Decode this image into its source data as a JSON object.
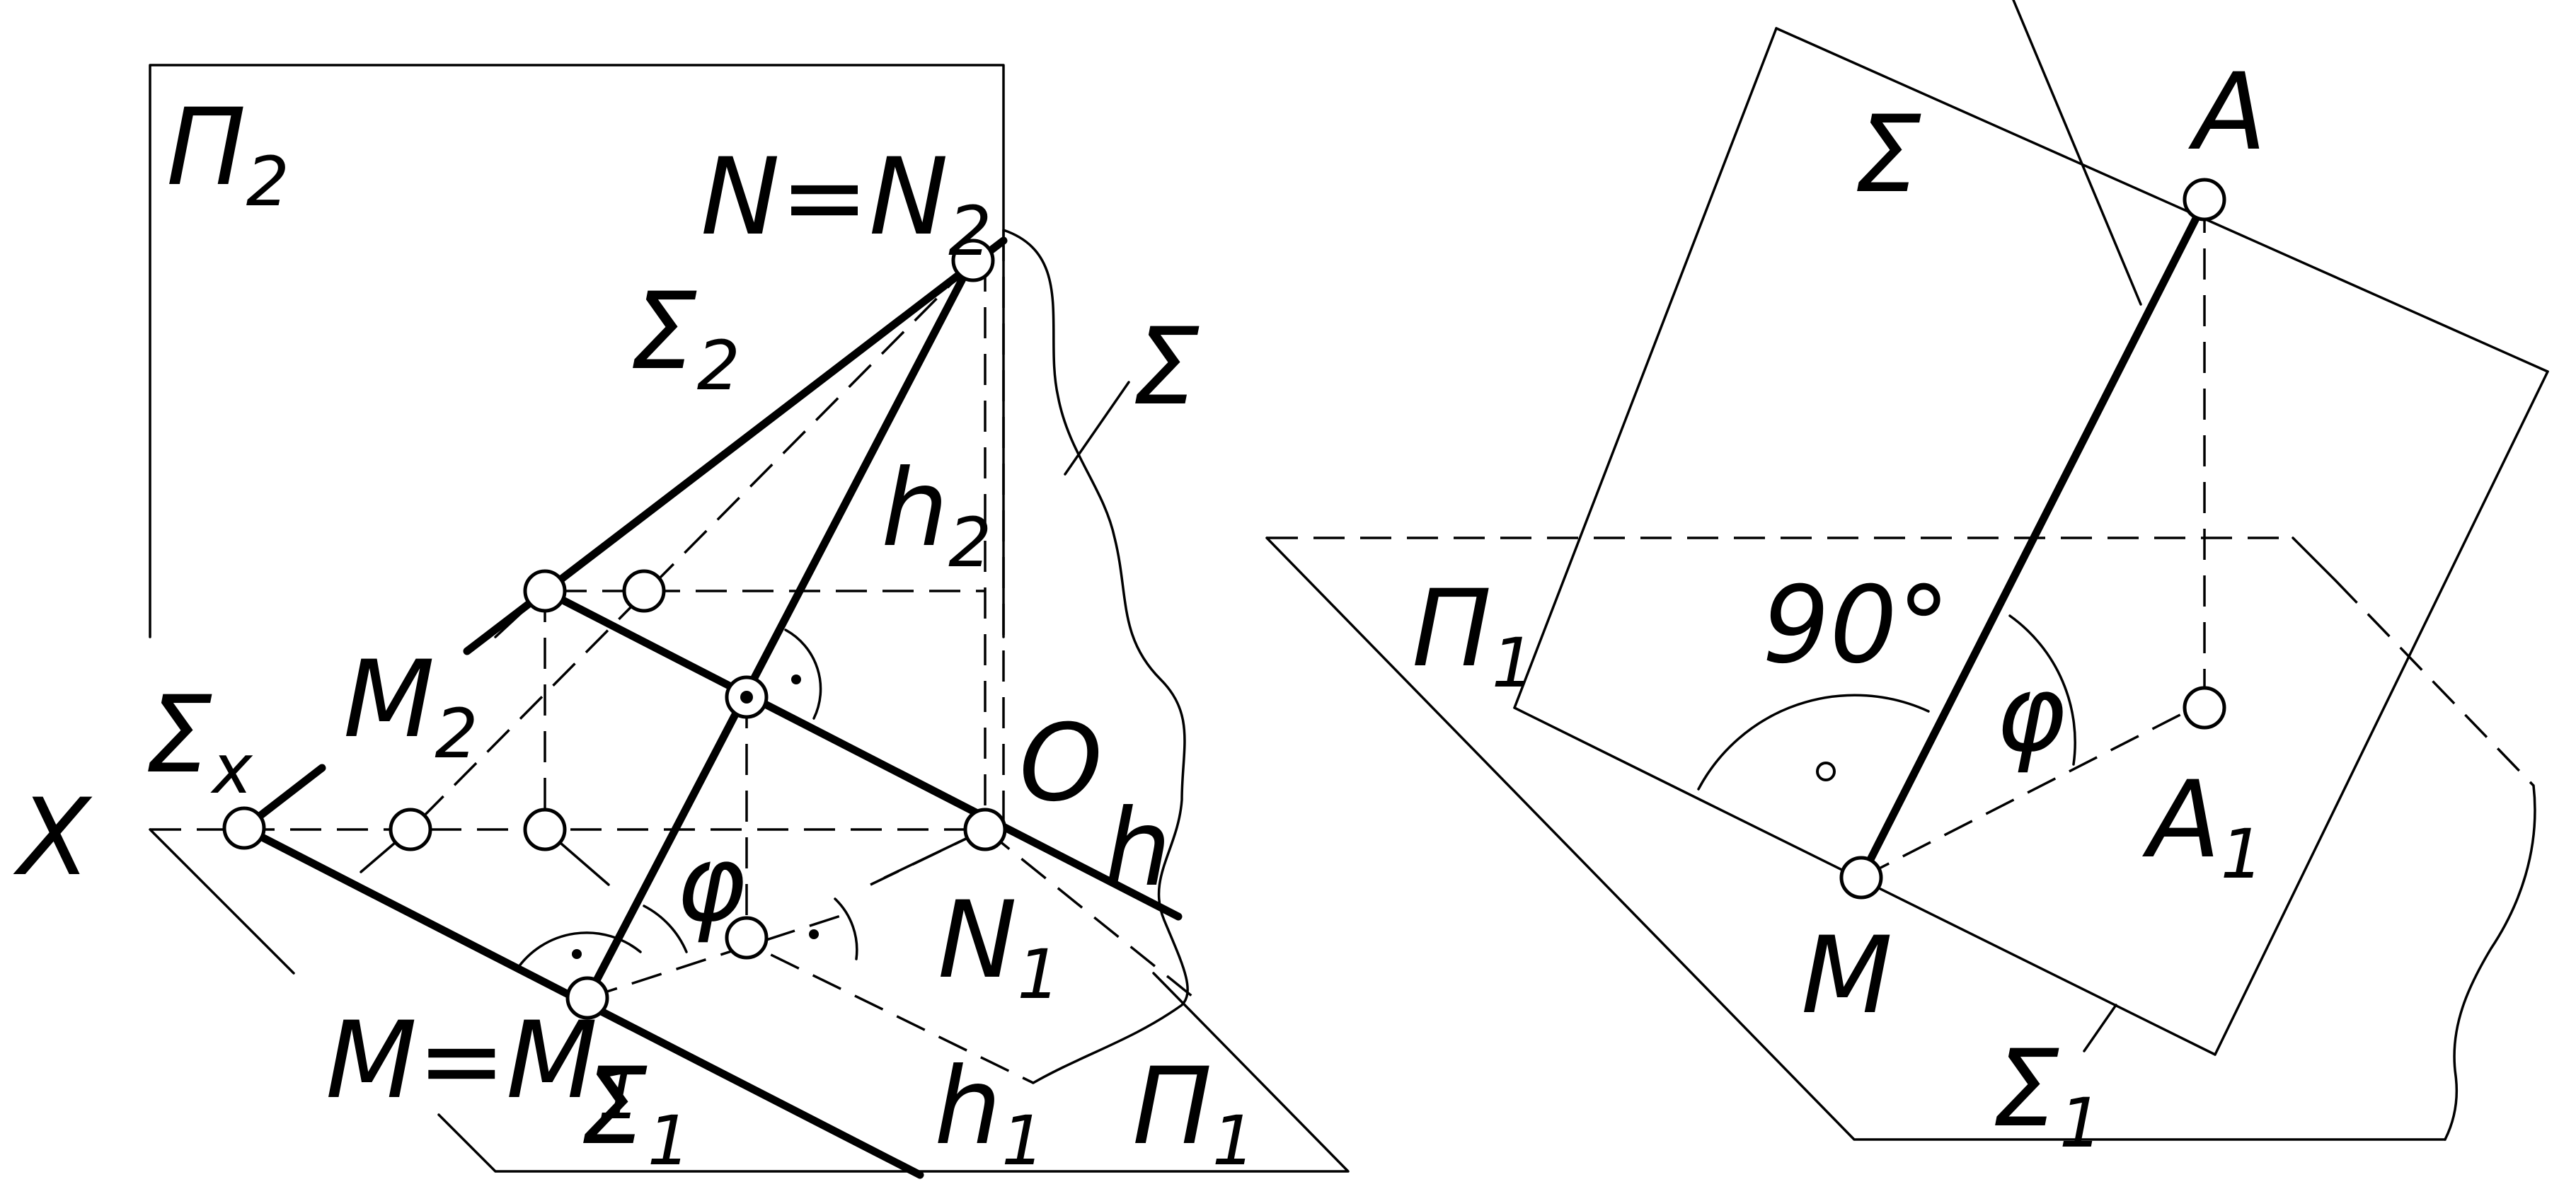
{
  "colors": {
    "ink": "#000000",
    "paper": "#ffffff"
  },
  "left": {
    "pi2": "Π",
    "pi2_sub": "2",
    "n_eq": "N=N",
    "n_eq_sub": "2",
    "sigma2": "Σ",
    "sigma2_sub": "2",
    "sigma": "Σ",
    "h2": "h",
    "h2_sub": "2",
    "m2": "M",
    "m2_sub": "2",
    "sigmax": "Σ",
    "sigmax_sub": "x",
    "x_axis": "X",
    "o": "O",
    "h": "h",
    "phi": "φ",
    "n1": "N",
    "n1_sub": "1",
    "m_eq": "M=M",
    "m_eq_sub": "1",
    "sigma1": "Σ",
    "sigma1_sub": "1",
    "h1": "h",
    "h1_sub": "1",
    "pi1": "Π",
    "pi1_sub": "1"
  },
  "right": {
    "a": "A",
    "sigma": "Σ",
    "pi1": "Π",
    "pi1_sub": "1",
    "angle90": "90°",
    "phi": "φ",
    "a1": "A",
    "a1_sub": "1",
    "m": "M",
    "sigma1": "Σ",
    "sigma1_sub": "1"
  }
}
